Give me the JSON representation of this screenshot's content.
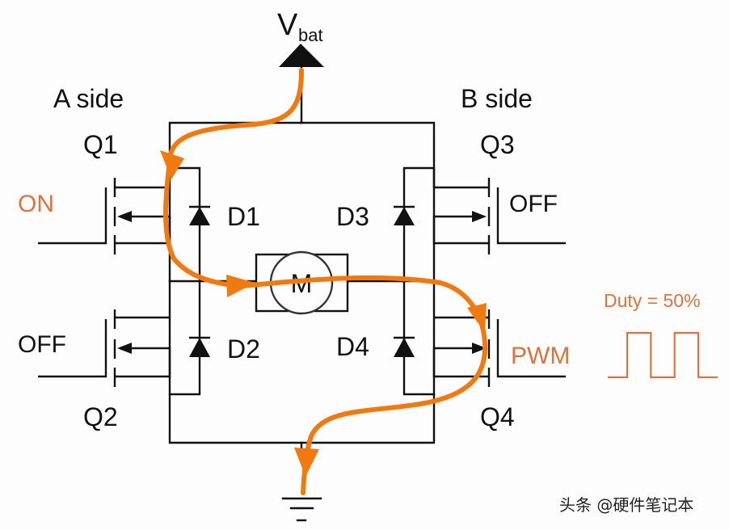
{
  "supply": {
    "label_main": "V",
    "label_sub": "bat"
  },
  "sides": {
    "a": "A side",
    "b": "B side"
  },
  "transistors": [
    {
      "id": "Q1",
      "state": "ON",
      "state_color": "#d9733f"
    },
    {
      "id": "Q2",
      "state": "OFF",
      "state_color": "#111111"
    },
    {
      "id": "Q3",
      "state": "OFF",
      "state_color": "#111111"
    },
    {
      "id": "Q4",
      "state": "PWM",
      "state_color": "#d9733f"
    }
  ],
  "diodes": [
    "D1",
    "D2",
    "D3",
    "D4"
  ],
  "motor": {
    "label": "M"
  },
  "pwm": {
    "label": "Duty = 50%",
    "duty_cycle": 0.5,
    "pulses": 2
  },
  "current_path": {
    "color": "#f07a10",
    "route": [
      "Vbat",
      "Q1",
      "Motor",
      "Q4",
      "Ground"
    ]
  },
  "watermark": "头条 @硬件笔记本"
}
